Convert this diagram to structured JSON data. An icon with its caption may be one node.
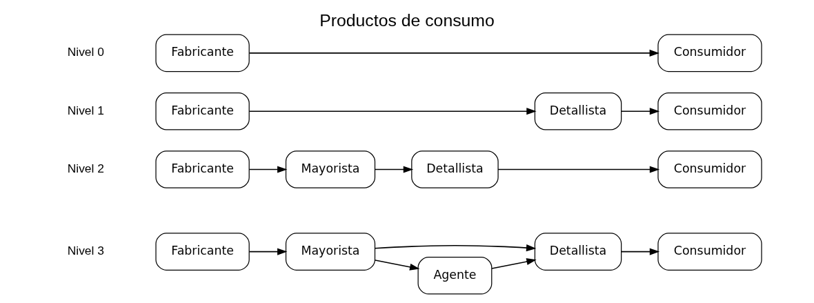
{
  "diagram": {
    "title": "Productos de consumo",
    "nodes": [
      {
        "text": [
          "Fabricante"
        ]
      },
      {
        "text": [
          "Consumidor"
        ]
      },
      {
        "text": [
          "Fabricante"
        ]
      },
      {
        "text": [
          "Detallista"
        ]
      },
      {
        "text": [
          "Consumidor"
        ]
      },
      {
        "text": [
          "Fabricante"
        ]
      },
      {
        "text": [
          "Mayorista"
        ]
      },
      {
        "text": [
          "Detallista"
        ]
      },
      {
        "text": [
          "Consumidor"
        ]
      },
      {
        "text": [
          "Fabricante"
        ]
      },
      {
        "text": [
          "Mayorista"
        ]
      },
      {
        "text": [
          "Detallista"
        ]
      },
      {
        "text": [
          "Consumidor"
        ]
      },
      {
        "text": [
          "Agente"
        ]
      }
    ],
    "edges": [
      {
        "from": 0,
        "to": 1,
        "arrow": "to"
      },
      {
        "from": 2,
        "to": 3,
        "arrow": "to"
      },
      {
        "from": 3,
        "to": 4,
        "arrow": "to"
      },
      {
        "from": 5,
        "to": 6,
        "arrow": "to"
      },
      {
        "from": 6,
        "to": 7,
        "arrow": "to"
      },
      {
        "from": 7,
        "to": 8,
        "arrow": "to"
      },
      {
        "from": 9,
        "to": 10,
        "arrow": "to"
      },
      {
        "from": 10,
        "to": 11,
        "arrow": "to"
      },
      {
        "from": 11,
        "to": 12,
        "arrow": "to"
      },
      {
        "from": 10,
        "to": 13,
        "arrow": "to"
      },
      {
        "from": 13,
        "to": 11,
        "arrow": "to"
      }
    ],
    "labels": [
      "Nivel 0",
      "Nivel 1",
      "Nivel 2",
      "Nivel 3"
    ]
  }
}
